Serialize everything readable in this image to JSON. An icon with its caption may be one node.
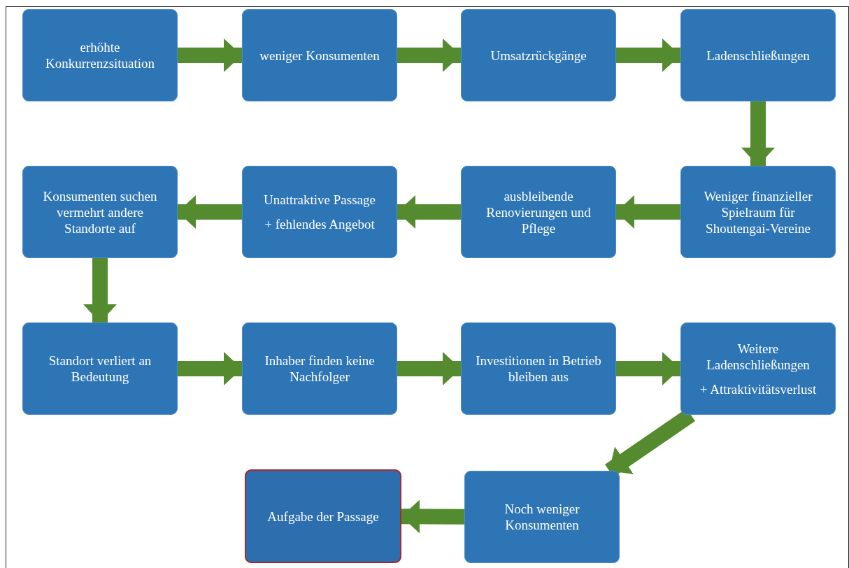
{
  "diagram": {
    "nodes": [
      {
        "text": [
          "erhöhte Konkurrenzsituation"
        ]
      },
      {
        "text": [
          "weniger Konsumenten"
        ]
      },
      {
        "text": [
          "Umsatzrückgänge"
        ]
      },
      {
        "text": [
          "Ladenschließungen"
        ]
      },
      {
        "text": [
          "Konsumenten suchen vermehrt andere Standorte auf"
        ]
      },
      {
        "text": [
          "Unattraktive Passage",
          "+ fehlendes Angebot"
        ]
      },
      {
        "text": [
          "ausbleibende Renovierungen und Pflege"
        ]
      },
      {
        "text": [
          "Weniger finanzieller Spielraum für Shoutengai-Vereine"
        ]
      },
      {
        "text": [
          "Standort verliert an Bedeutung"
        ]
      },
      {
        "text": [
          "Inhaber finden keine Nachfolger"
        ]
      },
      {
        "text": [
          "Investitionen in Betrieb bleiben aus"
        ]
      },
      {
        "text": [
          "Weitere Ladenschließungen",
          "+ Attraktivitätsverlust"
        ]
      },
      {
        "text": [
          "Aufgabe der Passage"
        ]
      },
      {
        "text": [
          "Noch weniger Konsumenten"
        ]
      }
    ],
    "edges": [
      {
        "from": 0,
        "to": 1,
        "arrow": "to"
      },
      {
        "from": 1,
        "to": 2,
        "arrow": "to"
      },
      {
        "from": 2,
        "to": 3,
        "arrow": "to"
      },
      {
        "from": 3,
        "to": 7,
        "arrow": "to"
      },
      {
        "from": 7,
        "to": 6,
        "arrow": "to"
      },
      {
        "from": 6,
        "to": 5,
        "arrow": "to"
      },
      {
        "from": 5,
        "to": 4,
        "arrow": "to"
      },
      {
        "from": 4,
        "to": 8,
        "arrow": "to"
      },
      {
        "from": 8,
        "to": 9,
        "arrow": "to"
      },
      {
        "from": 9,
        "to": 10,
        "arrow": "to"
      },
      {
        "from": 10,
        "to": 11,
        "arrow": "to"
      },
      {
        "from": 11,
        "to": 13,
        "arrow": "to"
      },
      {
        "from": 13,
        "to": 12,
        "arrow": "to"
      }
    ]
  }
}
